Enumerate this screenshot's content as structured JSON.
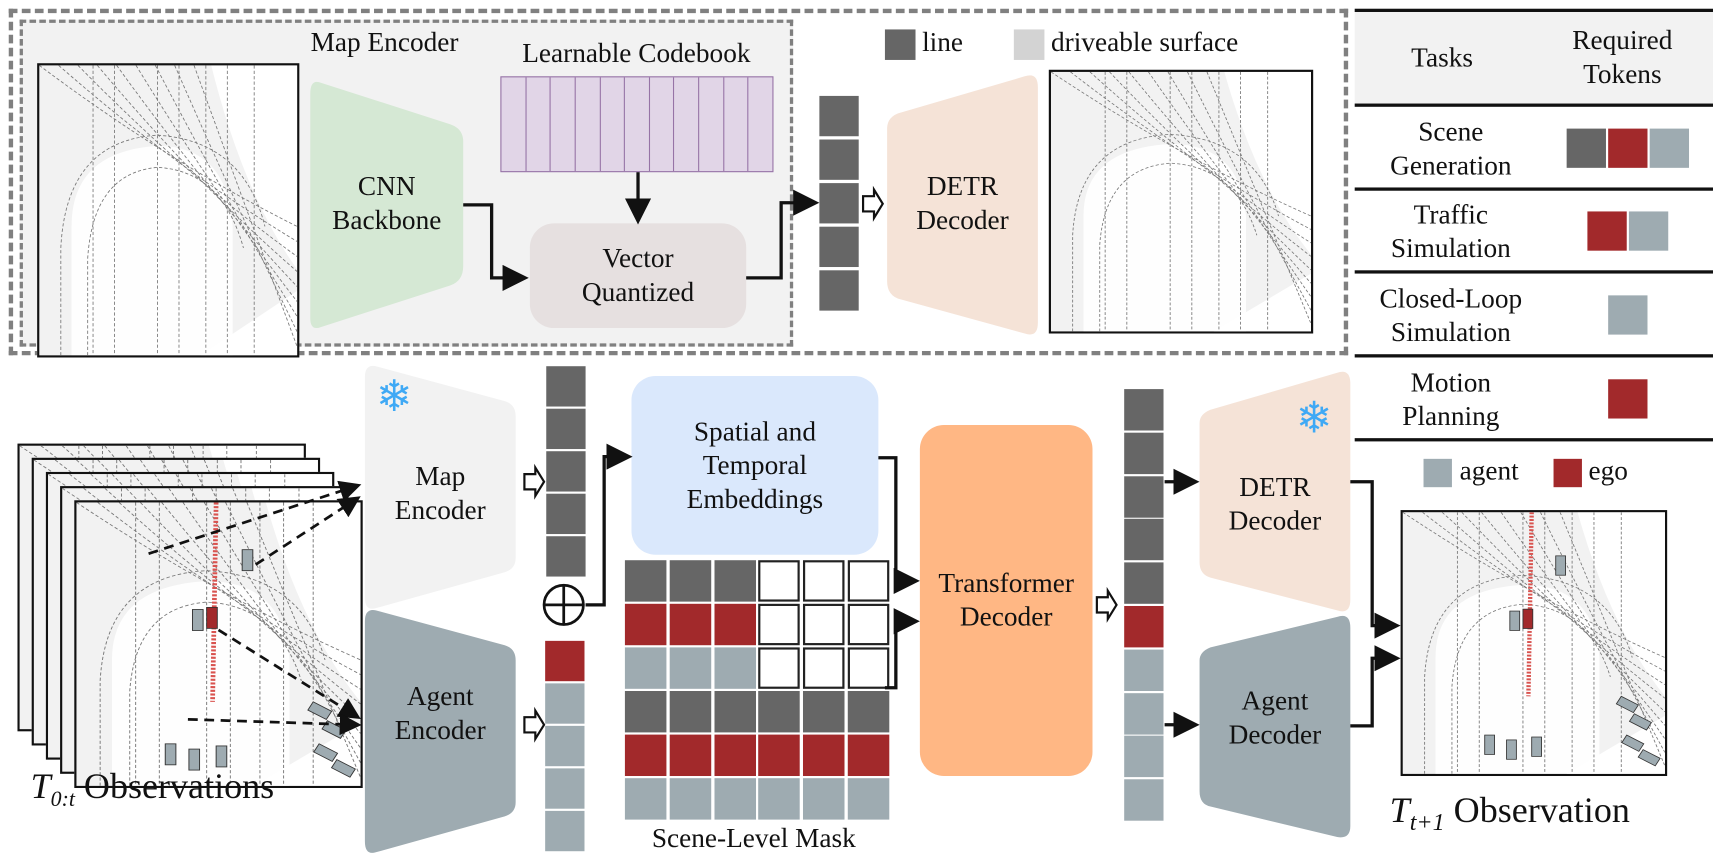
{
  "colors": {
    "line_token": "#666666",
    "ego_token": "#a2292b",
    "agent_token": "#9eabb1",
    "driveable_surface": "#d3d3d3",
    "cnn_backbone": "#d5e8d4",
    "codebook": "#e1d5e7",
    "codebook_border": "#9673a6",
    "vector_quantized": "#e6e0e0",
    "detr_decoder": "#f5e3d7",
    "map_encoder": "#f2f2f2",
    "agent_encoder": "#9eabb1",
    "embeddings": "#dae8fc",
    "transformer_decoder": "#ffb784",
    "snowflake": "#3fa9f5"
  },
  "top_section": {
    "map_encoder_title": "Map Encoder",
    "codebook_label": "Learnable Codebook",
    "cnn_backbone": [
      "CNN",
      "Backbone"
    ],
    "vector_quantized": [
      "Vector",
      "Quantized"
    ],
    "detr_decoder": [
      "DETR",
      "Decoder"
    ],
    "legend": [
      {
        "icon": "line-swatch",
        "label": "line"
      },
      {
        "icon": "driveable-surface-swatch",
        "label": "driveable surface"
      }
    ],
    "map_tokens": [
      "line",
      "line",
      "line",
      "line",
      "line"
    ]
  },
  "table": {
    "headers": [
      "Tasks",
      "Required Tokens"
    ],
    "header_lines": [
      [
        "Tasks"
      ],
      [
        "Required",
        "Tokens"
      ]
    ],
    "rows": [
      {
        "task": [
          "Scene",
          "Generation"
        ],
        "tokens": [
          "line",
          "ego",
          "agent"
        ]
      },
      {
        "task": [
          "Traffic",
          "Simulation"
        ],
        "tokens": [
          "ego",
          "agent"
        ]
      },
      {
        "task": [
          "Closed-Loop",
          "Simulation"
        ],
        "tokens": [
          "agent"
        ]
      },
      {
        "task": [
          "Motion",
          "Planning"
        ],
        "tokens": [
          "ego"
        ]
      }
    ],
    "legend": [
      {
        "icon": "agent-swatch",
        "label": "agent"
      },
      {
        "icon": "ego-swatch",
        "label": "ego"
      }
    ]
  },
  "bottom_section": {
    "observations_label": {
      "math": "T",
      "sub": "0:t",
      "text": "Observations"
    },
    "next_observation_label": {
      "math": "T",
      "sub": "t+1",
      "text": "Observation"
    },
    "map_encoder": [
      "Map",
      "Encoder"
    ],
    "agent_encoder": [
      "Agent",
      "Encoder"
    ],
    "embeddings": [
      "Spatial and",
      "Temporal",
      "Embeddings"
    ],
    "transformer_decoder": [
      "Transformer",
      "Decoder"
    ],
    "detr_decoder": [
      "DETR",
      "Decoder"
    ],
    "agent_decoder": [
      "Agent",
      "Decoder"
    ],
    "mask_label": "Scene-Level Mask",
    "frozen_icon": "snowflake-icon",
    "add_icon": "circled-plus-icon",
    "map_tokens": [
      "line",
      "line",
      "line",
      "line",
      "line"
    ],
    "agent_tokens": [
      "ego",
      "agent",
      "agent",
      "agent",
      "agent"
    ],
    "output_tokens": [
      "line",
      "line",
      "line",
      "line",
      "line",
      "ego",
      "agent",
      "agent",
      "agent",
      "agent"
    ],
    "scene_mask": [
      [
        "line",
        "line",
        "line",
        "empty",
        "empty",
        "empty"
      ],
      [
        "ego",
        "ego",
        "ego",
        "empty",
        "empty",
        "empty"
      ],
      [
        "agent",
        "agent",
        "agent",
        "empty",
        "empty",
        "empty"
      ],
      [
        "line",
        "line",
        "line",
        "line",
        "line",
        "line"
      ],
      [
        "ego",
        "ego",
        "ego",
        "ego",
        "ego",
        "ego"
      ],
      [
        "agent",
        "agent",
        "agent",
        "agent",
        "agent",
        "agent"
      ]
    ]
  }
}
